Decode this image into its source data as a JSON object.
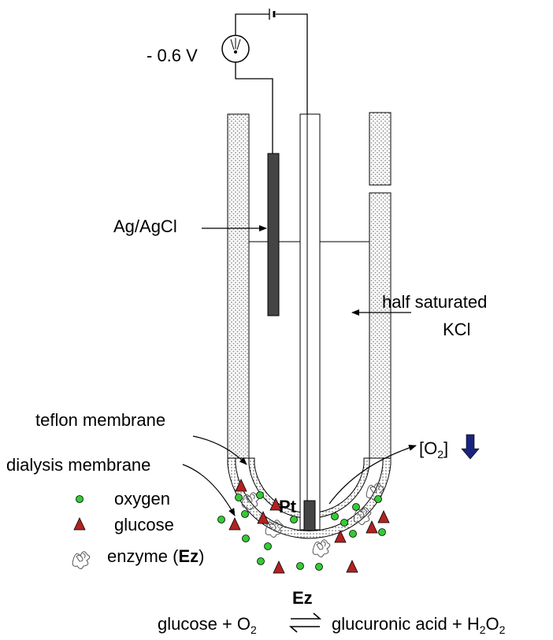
{
  "voltage_label": "- 0.6 V",
  "labels": {
    "ag_agcl": "Ag/AgCl",
    "half_saturated": "half saturated",
    "kcl": "KCl",
    "teflon_membrane": "teflon membrane",
    "dialysis_membrane": "dialysis membrane",
    "o2_open": "[O",
    "o2_sub": "2",
    "o2_close": "]",
    "pt": "Pt"
  },
  "legend": {
    "oxygen": "oxygen",
    "glucose": "glucose",
    "enzyme_prefix": "enzyme (",
    "enzyme_bold": "Ez",
    "enzyme_suffix": ")"
  },
  "equation": {
    "catalyst": "Ez",
    "left": "glucose + O",
    "left_sub": "2",
    "right": "glucuronic acid + H",
    "right_sub1": "2",
    "right_mid": "O",
    "right_sub2": "2"
  },
  "colors": {
    "oxygen": "#33cc33",
    "glucose": "#b22222",
    "electrode": "#444444",
    "arrow_blue": "#1a237e",
    "hatch": "#d9d9d9"
  }
}
